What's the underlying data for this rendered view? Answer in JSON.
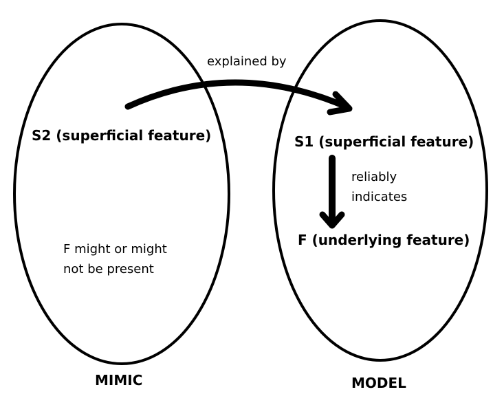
{
  "diagram": {
    "groups": {
      "mimic": {
        "title": "MIMIC",
        "feature": "S2 (superficial feature)",
        "note": "F might or might\nnot be present"
      },
      "model": {
        "title": "MODEL",
        "feature_superficial": "S1 (superficial feature)",
        "feature_underlying": "F (underlying feature)"
      }
    },
    "relations": {
      "explained_by": "explained by",
      "reliably_indicates": "reliably\nindicates"
    },
    "colors": {
      "stroke": "#000000",
      "background": "#ffffff"
    }
  }
}
